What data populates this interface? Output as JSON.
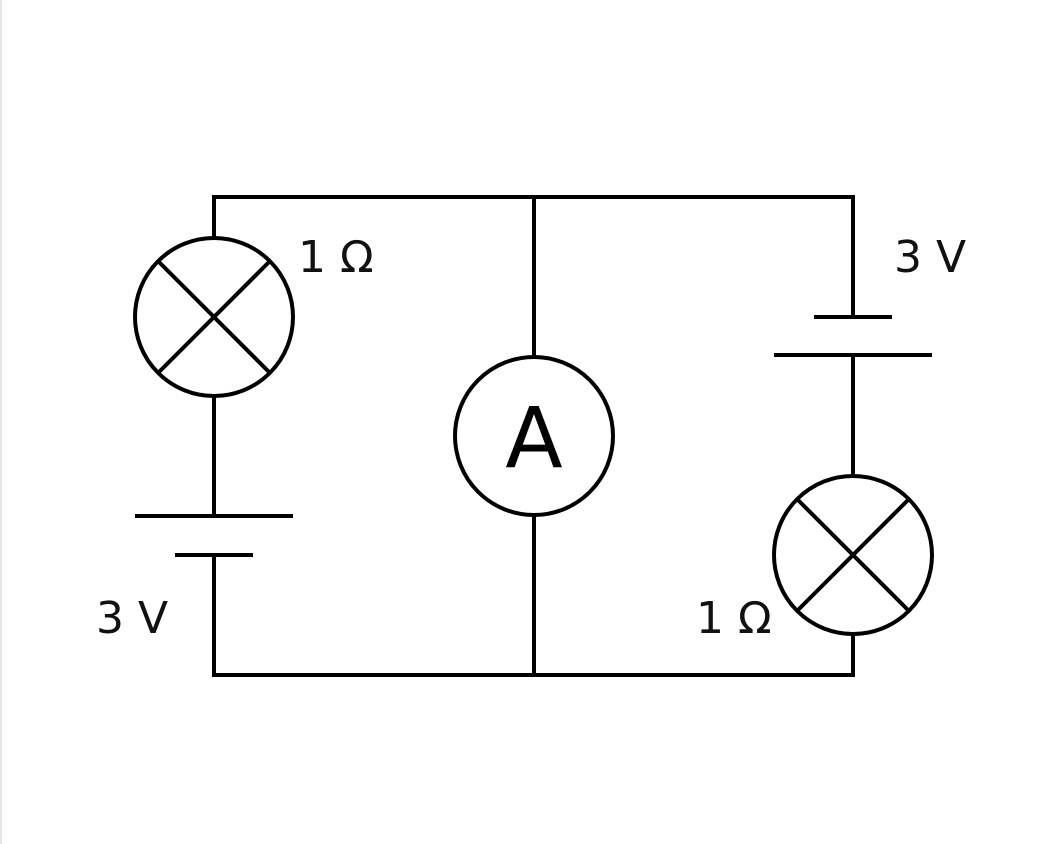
{
  "diagram": {
    "type": "circuit",
    "components": {
      "lamp_left": {
        "resistance_label": "1 Ω"
      },
      "lamp_right": {
        "resistance_label": "1 Ω"
      },
      "battery_left": {
        "voltage_label": "3 V"
      },
      "battery_right": {
        "voltage_label": "3 V"
      },
      "ammeter": {
        "symbol": "A"
      }
    },
    "colors": {
      "line": "#000000",
      "background": "#ffffff"
    }
  }
}
